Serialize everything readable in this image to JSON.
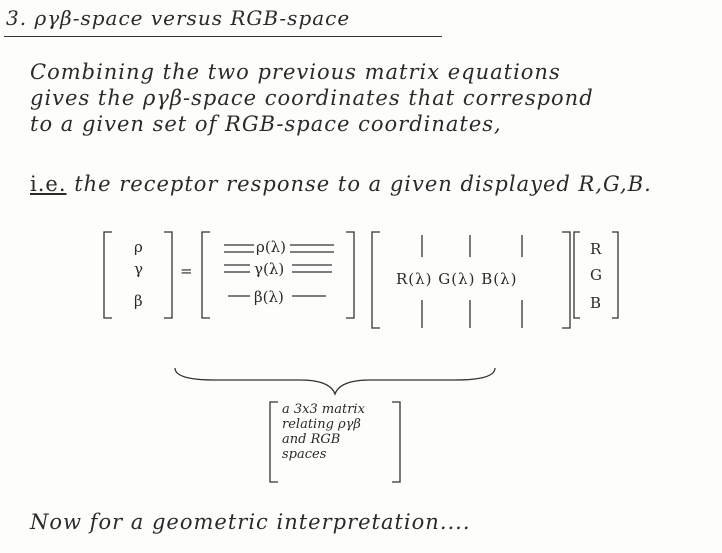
{
  "title": "3. ργβ-space versus RGB-space",
  "paragraph": [
    "Combining the two previous matrix equations",
    "gives the ργβ-space coordinates that correspond",
    "to a given set of RGB-space coordinates,"
  ],
  "ie_prefix": "i.e.",
  "ie_text": "the receptor response to a given displayed R,G,B.",
  "equation": {
    "lhs": [
      "ρ",
      "γ",
      "β"
    ],
    "equals": "=",
    "sensitivity_rows": [
      "ρ(λ)",
      "γ(λ)",
      "β(λ)"
    ],
    "spectra": "R(λ) G(λ) B(λ)",
    "rgb": [
      "R",
      "G",
      "B"
    ]
  },
  "annotation": [
    "a 3x3 matrix",
    "relating ργβ",
    "and RGB",
    "spaces"
  ],
  "closing": "Now for a geometric interpretation...."
}
